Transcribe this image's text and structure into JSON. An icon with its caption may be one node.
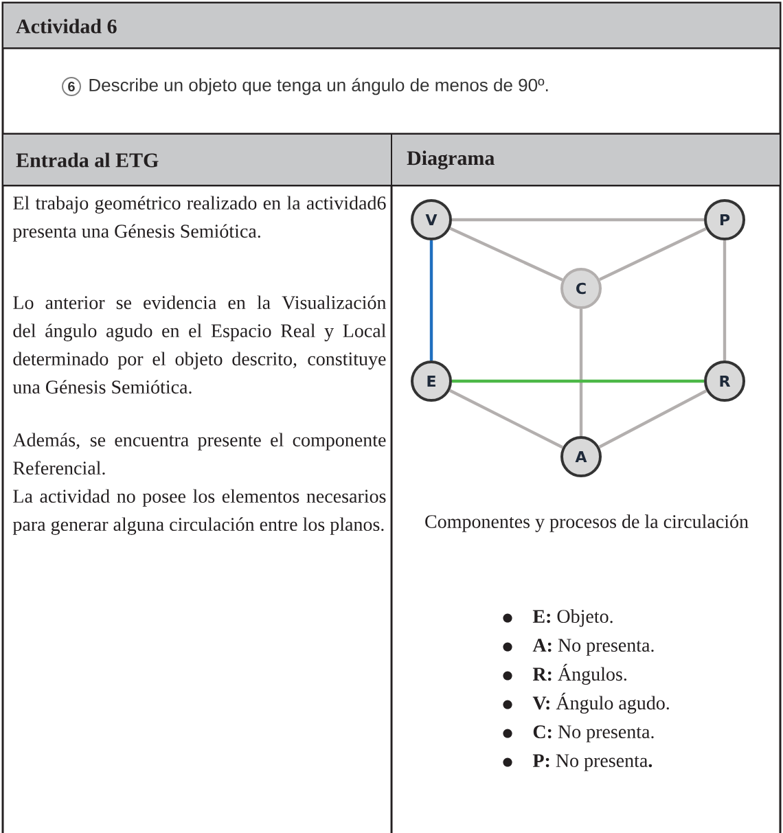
{
  "diagram": {
    "nodes": [
      {
        "text": [
          "V"
        ]
      },
      {
        "text": [
          "P"
        ]
      },
      {
        "text": [
          "C"
        ]
      },
      {
        "text": [
          "E"
        ]
      },
      {
        "text": [
          "R"
        ]
      },
      {
        "text": [
          "A"
        ]
      }
    ],
    "edges": [
      {
        "from": 0,
        "to": 1,
        "arrow": "none"
      },
      {
        "from": 0,
        "to": 2,
        "arrow": "none"
      },
      {
        "from": 1,
        "to": 2,
        "arrow": "none"
      },
      {
        "from": 0,
        "to": 3,
        "arrow": "none",
        "color": "#1f6fbf"
      },
      {
        "from": 1,
        "to": 4,
        "arrow": "none"
      },
      {
        "from": 2,
        "to": 5,
        "arrow": "none"
      },
      {
        "from": 3,
        "to": 4,
        "arrow": "none",
        "color": "#4cb847"
      },
      {
        "from": 3,
        "to": 5,
        "arrow": "none"
      },
      {
        "from": 4,
        "to": 5,
        "arrow": "none"
      }
    ],
    "labels": [
      "Actividad 6",
      "6",
      "Describe un objeto que tenga un ángulo de menos de 90º.",
      "Entrada al ETG",
      "Diagrama",
      "El trabajo geométrico realizado en la actividad6 presenta una Génesis Semiótica.",
      "Lo anterior se evidencia en la Visualización del ángulo agudo en el Espacio Real y Local determinado por el objeto descrito, constituye una Génesis Semiótica.",
      "Además, se encuentra presente el componente Referencial.",
      "La actividad no posee los elementos necesarios para generar alguna circulación entre los planos.",
      "Componentes y procesos de la circulación",
      "**E:** Objeto.",
      "**A:** No presenta.",
      "**R:** Ángulos.",
      "**V:** Ángulo agudo.",
      "**C:** No presenta.",
      "**P:** No presenta**.**"
    ]
  }
}
